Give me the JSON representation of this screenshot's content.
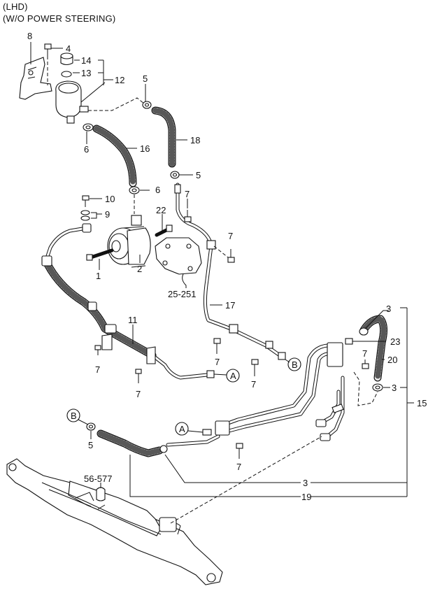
{
  "header": {
    "line1": "(LHD)",
    "line2": "(W/O POWER STEERING)"
  },
  "callouts": {
    "p1": "1",
    "p2": "2",
    "p3a": "3",
    "p3b": "3",
    "p3c": "3",
    "p4": "4",
    "p5a": "5",
    "p5b": "5",
    "p5c": "5",
    "p6a": "6",
    "p6b": "6",
    "p7a": "7",
    "p7b": "7",
    "p7c": "7",
    "p7d": "7",
    "p7e": "7",
    "p7f": "7",
    "p7g": "7",
    "p7h": "7",
    "p7i": "7",
    "p8": "8",
    "p9": "9",
    "p10": "10",
    "p11": "11",
    "p12": "12",
    "p13": "13",
    "p14": "14",
    "p15": "15",
    "p16": "16",
    "p17": "17",
    "p18": "18",
    "p19": "19",
    "p20": "20",
    "p22": "22",
    "p23": "23",
    "ref25": "25-251",
    "ref56": "56-577",
    "markerA1": "A",
    "markerA2": "A",
    "markerB1": "B",
    "markerB2": "B"
  }
}
